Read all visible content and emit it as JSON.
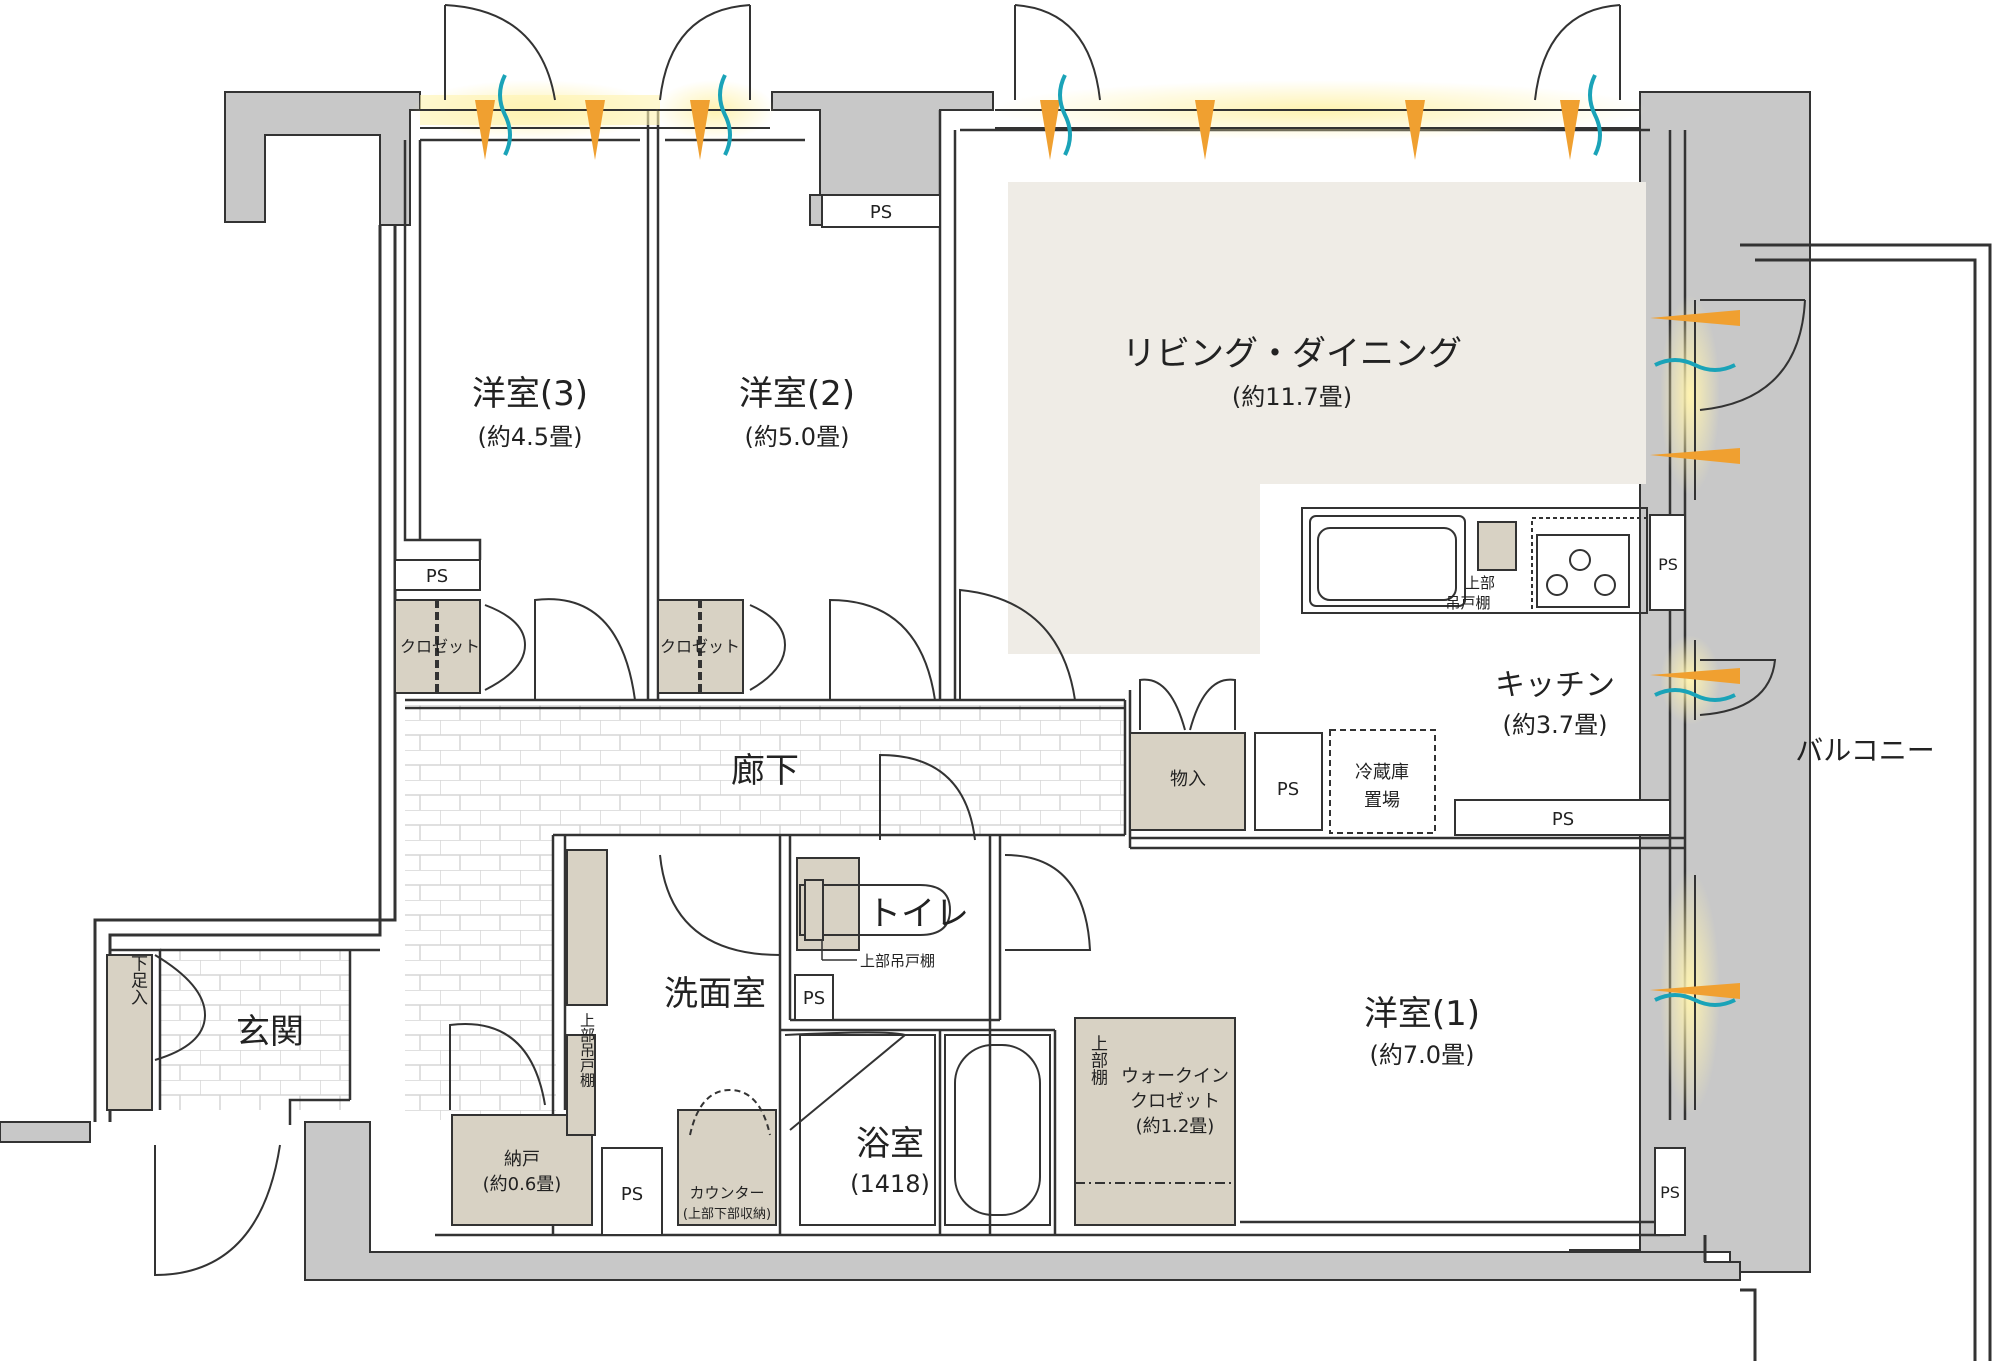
{
  "rooms": {
    "room3": {
      "name": "洋室(3)",
      "size": "(約4.5畳)"
    },
    "room2": {
      "name": "洋室(2)",
      "size": "(約5.0畳)"
    },
    "room1": {
      "name": "洋室(1)",
      "size": "(約7.0畳)"
    },
    "living": {
      "name": "リビング・ダイニング",
      "size": "(約11.7畳)"
    },
    "kitchen": {
      "name": "キッチン",
      "size": "(約3.7畳)"
    },
    "balcony": {
      "name": "バルコニー"
    },
    "corridor": {
      "name": "廊下"
    },
    "entrance": {
      "name": "玄関"
    },
    "washroom": {
      "name": "洗面室"
    },
    "toilet": {
      "name": "トイレ"
    },
    "bath": {
      "name": "浴室",
      "size": "(1418)"
    },
    "storeroom": {
      "name": "納戸",
      "size": "(約0.6畳)"
    },
    "wic": {
      "line1": "ウォークイン",
      "line2": "クロゼット",
      "size": "(約1.2畳)"
    }
  },
  "labels": {
    "ps": "PS",
    "closet": "クロゼット",
    "storage": "物入",
    "fridge_line1": "冷蔵庫",
    "fridge_line2": "置場",
    "upper_shelf_line1": "上部",
    "upper_shelf_line2": "吊戸棚",
    "toilet_shelf": "上部吊戸棚",
    "shoe_box": "下足入",
    "counter_line1": "カウンター",
    "counter_line2": "(上部下部収納)",
    "wash_shelf": "上部吊戸棚",
    "wic_shelf": "上部棚"
  },
  "colors": {
    "wall_gray": "#c8c8c8",
    "wall_line": "#333333",
    "floor_beige": "#efece6",
    "storage_fill": "#d8d2c4",
    "light_glow": "#fff3b0",
    "wind_teal": "#1aa3b8",
    "light_orange": "#f0a030"
  }
}
